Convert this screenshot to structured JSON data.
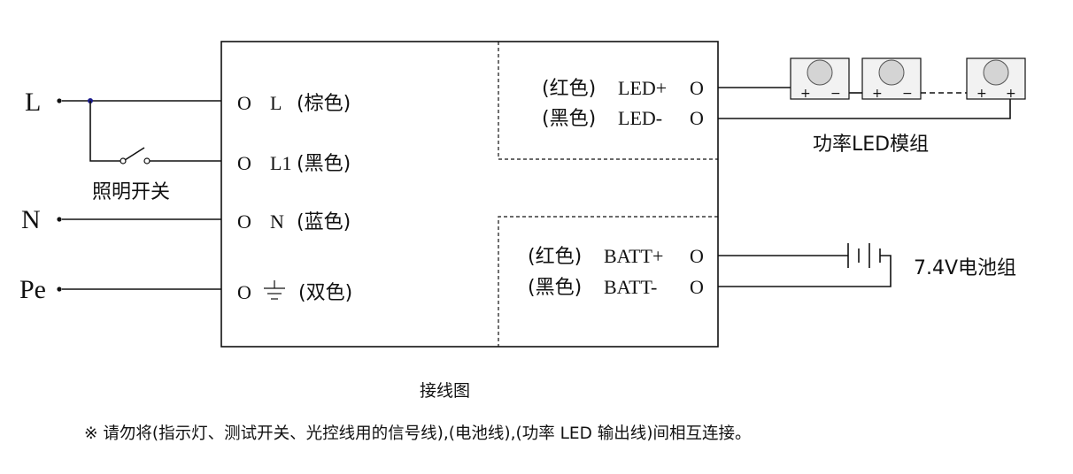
{
  "inputs": {
    "l": "L",
    "n": "N",
    "pe": "Pe",
    "switch_label": "照明开关"
  },
  "terminals_left": [
    {
      "mark": "O",
      "name": "L",
      "color": "(棕色)"
    },
    {
      "mark": "O",
      "name": "L1",
      "color": "(黑色)"
    },
    {
      "mark": "O",
      "name": "N",
      "color": "(蓝色)"
    },
    {
      "mark": "O",
      "name": "",
      "color": "(双色)"
    }
  ],
  "terminals_led": [
    {
      "color": "(红色)",
      "name": "LED+",
      "mark": "O"
    },
    {
      "color": "(黑色)",
      "name": "LED-",
      "mark": "O"
    }
  ],
  "terminals_batt": [
    {
      "color": "(红色)",
      "name": "BATT+",
      "mark": "O"
    },
    {
      "color": "(黑色)",
      "name": "BATT-",
      "mark": "O"
    }
  ],
  "led_module": {
    "label": "功率LED模组",
    "plus": "+",
    "minus": "−"
  },
  "battery": {
    "label": "7.4V电池组"
  },
  "caption": "接线图",
  "note": "※  请勿将(指示灯、测试开关、光控线用的信号线),(电池线),(功率 LED 输出线)间相互连接。",
  "colors": {
    "line": "#111111",
    "junction": "#1a1a8c",
    "led_body": "#d4d4d4",
    "led_frame": "#f2f2f2"
  }
}
